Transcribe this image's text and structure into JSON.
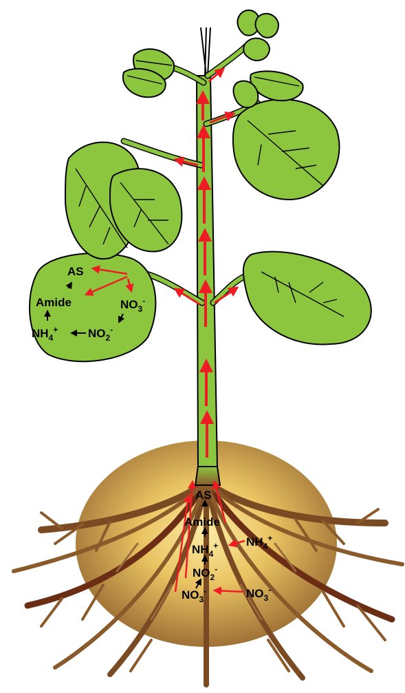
{
  "leaf_labels": {
    "as": "AS",
    "amide": "Amide",
    "no3": "NO",
    "no3_sub": "3",
    "no3_sup": "-",
    "no2": "NO",
    "no2_sub": "2",
    "no2_sup": "-",
    "nh4": "NH",
    "nh4_sub": "4",
    "nh4_sup": "+"
  },
  "root_labels": {
    "as": "AS",
    "amide": "Amide",
    "nh4": "NH",
    "nh4_sub": "4",
    "nh4_sup": "+",
    "no2": "NO",
    "no2_sub": "2",
    "no2_sup": "-",
    "no3": "NO",
    "no3_sub": "3",
    "no3_sup": "-"
  },
  "soil_labels": {
    "nh4": "NH",
    "nh4_sub": "4",
    "nh4_sup": "+",
    "no3": "NO",
    "no3_sub": "3",
    "no3_sup": "-"
  },
  "colors": {
    "leaf": "#8cc63f",
    "stem": "#8cc63f",
    "arrow": "#ee1c24",
    "root": "#8b5a2b",
    "root_glow": "#f6d77a",
    "outline": "#000000"
  }
}
